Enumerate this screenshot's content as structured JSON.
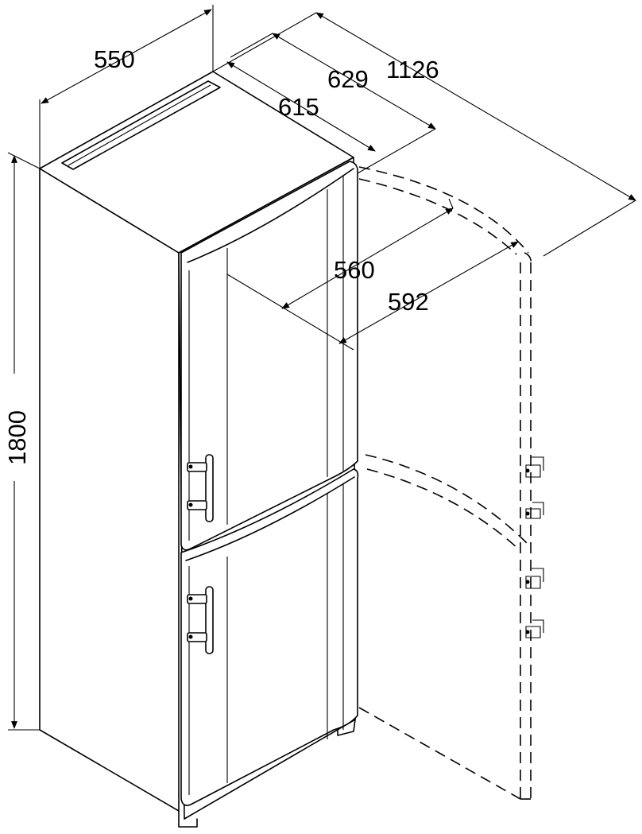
{
  "diagram": {
    "dimensions": {
      "width": "550",
      "depth_door": "629",
      "depth_body": "615",
      "depth_open": "1126",
      "inner_depth": "560",
      "door_depth": "592",
      "height": "1800"
    },
    "icons": [
      "fridge-freezer-outline",
      "door-handle",
      "door-hinge",
      "dimension-arrow"
    ]
  }
}
